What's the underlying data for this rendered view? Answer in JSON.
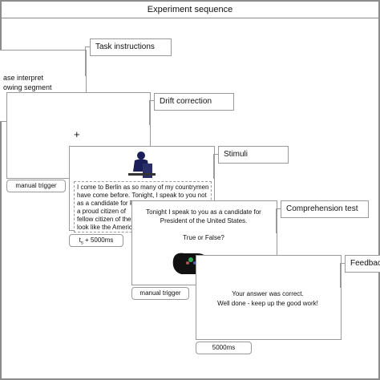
{
  "diagram": {
    "title": "Experiment sequence",
    "stages": {
      "instructions": {
        "label": "Task instructions",
        "text_line1": "ase interpret",
        "text_line2": "owing segment"
      },
      "drift": {
        "label": "Drift correction",
        "fixation": "+",
        "trigger": "manual trigger"
      },
      "stimuli": {
        "label": "Stimuli",
        "speech_lines": [
          "I come to Berlin as so many of my countrymen",
          "have come before. Tonight, I speak to you not",
          "as a candidate for P",
          "a proud citizen of",
          "fellow citizen of the",
          "look like the America"
        ],
        "timing": "t",
        "timing_sub": "s",
        "timing_rest": " + 5000ms"
      },
      "comprehension": {
        "label": "Comprehension test",
        "line1": "Tonight I speak to you as a candidate for",
        "line2": "President of the United States.",
        "question": "True or False?",
        "trigger": "manual trigger"
      },
      "feedback": {
        "label": "Feedback",
        "line1": "Your answer was correct.",
        "line2": "Well done - keep up the good work!",
        "timing": "5000ms"
      }
    }
  }
}
